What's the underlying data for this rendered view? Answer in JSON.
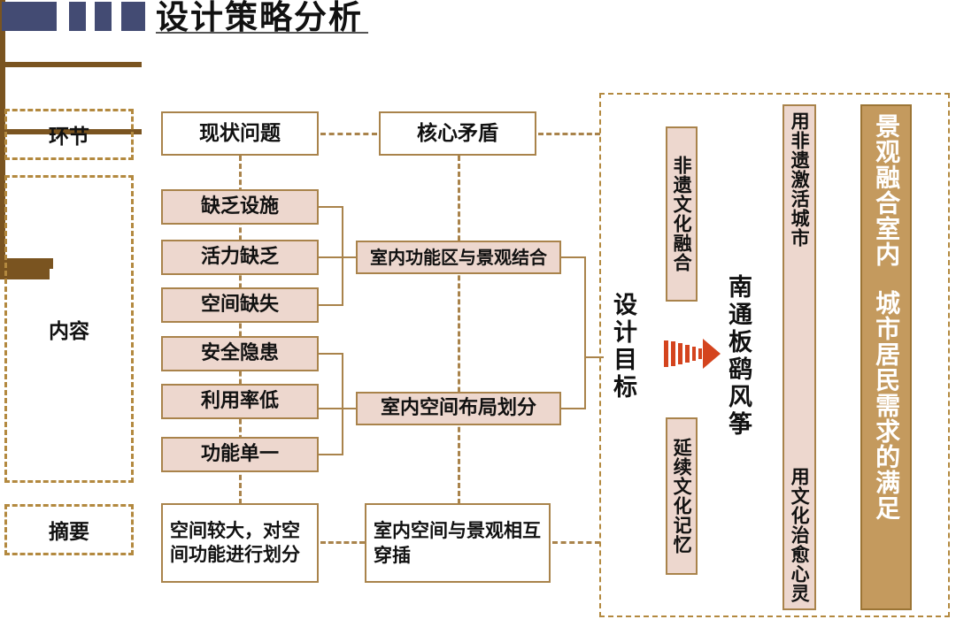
{
  "header": {
    "title": "设计策略分析",
    "block_color": "#434B73",
    "blocks": [
      "block-1",
      "block-2",
      "block-3",
      "block-4"
    ]
  },
  "colors": {
    "accent_tan": "#A9834B",
    "panel_dash": "#B3893F",
    "pink_fill": "#EDD7CE",
    "tan_fill": "#C49A5E",
    "dark_brown": "#7A5420",
    "arrow_red": "#D4441E",
    "header_navy": "#434B73"
  },
  "row_labels": [
    {
      "id": "link",
      "label": "环节"
    },
    {
      "id": "content",
      "label": "内容"
    },
    {
      "id": "summary",
      "label": "摘要"
    }
  ],
  "column_problems": {
    "header": "现状问题",
    "items": [
      "缺乏设施",
      "活力缺乏",
      "空间缺失",
      "安全隐患",
      "利用率低",
      "功能单一"
    ],
    "summary": "空间较大，对空间功能进行划分"
  },
  "column_core": {
    "header": "核心矛盾",
    "items": [
      "室内功能区与景观结合",
      "室内空间布局划分"
    ],
    "summary": "室内空间与景观相互穿插"
  },
  "column_goal": {
    "header": "设计目标",
    "arrow": "arrow-right",
    "branches": [
      "非遗文化融合",
      "延续文化记忆"
    ],
    "theme": "南通板鹞风筝",
    "means": [
      "用非遗激活城市",
      "用文化治愈心灵"
    ],
    "result": [
      "景观融合室内",
      "城市居民需求的满足"
    ]
  }
}
